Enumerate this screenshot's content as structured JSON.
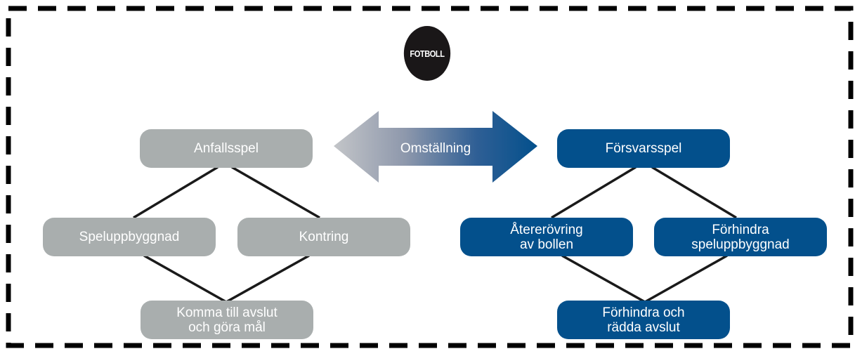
{
  "logo": {
    "text": "FOTBOLL"
  },
  "arrow": {
    "label": "Omställning"
  },
  "attack": {
    "main": "Anfallsspel",
    "left": "Speluppbyggnad",
    "right": "Kontring",
    "bottom": "Komma till avslut\noch göra mål"
  },
  "defense": {
    "main": "Försvarsspel",
    "left": "Återerövring\nav bollen",
    "right": "Förhindra\nspeluppbyggnad",
    "bottom": "Förhindra och\nrädda avslut"
  },
  "colors": {
    "attack_box": "#a9aeae",
    "defense_box": "#03508c",
    "logo_bg": "#1a1718",
    "frame": "#000000",
    "arrow_left": "#b9bcc0",
    "arrow_right": "#03508c"
  }
}
